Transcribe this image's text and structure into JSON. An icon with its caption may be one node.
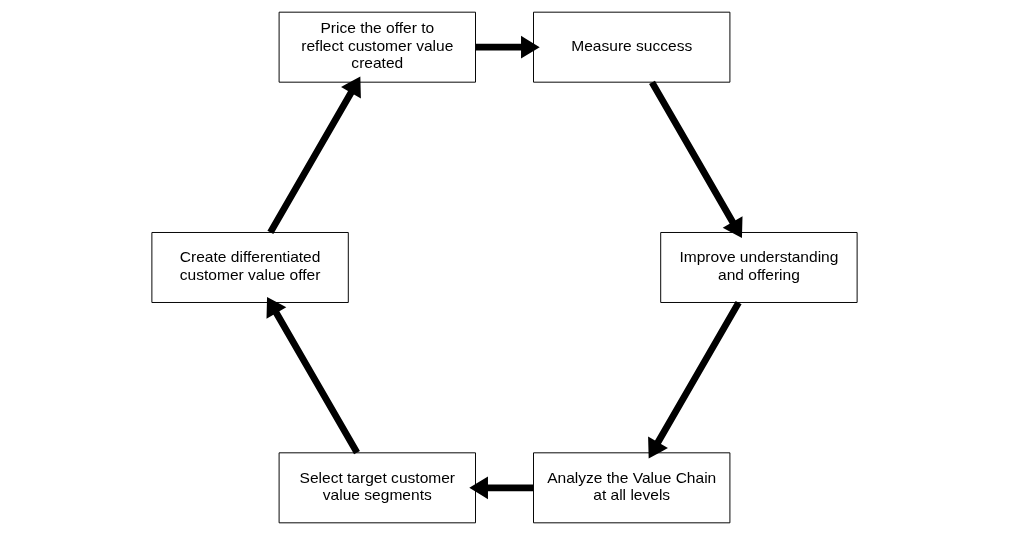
{
  "diagram": {
    "nodes": [
      {
        "text": [
          "Analyze the Value Chain at all levels"
        ]
      },
      {
        "text": [
          "Select target customer value segments"
        ]
      },
      {
        "text": [
          "Create differentiated customer value offer"
        ]
      },
      {
        "text": [
          "Price the offer to reflect customer value created"
        ]
      },
      {
        "text": [
          "Measure success"
        ]
      },
      {
        "text": [
          "Improve understanding and offering"
        ]
      }
    ],
    "edges": [
      {
        "from": 0,
        "to": 1,
        "arrow": "to"
      },
      {
        "from": 1,
        "to": 2,
        "arrow": "to"
      },
      {
        "from": 2,
        "to": 3,
        "arrow": "to"
      },
      {
        "from": 3,
        "to": 4,
        "arrow": "to"
      },
      {
        "from": 4,
        "to": 5,
        "arrow": "to"
      },
      {
        "from": 5,
        "to": 0,
        "arrow": "to"
      }
    ]
  }
}
